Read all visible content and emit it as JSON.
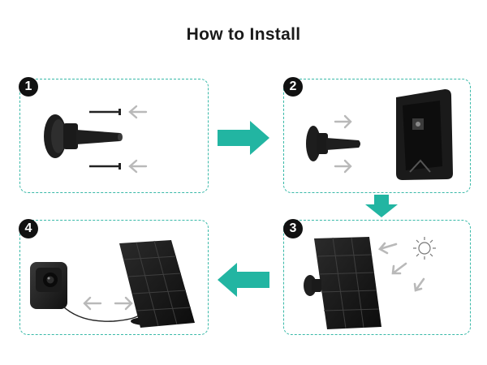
{
  "title": "How to Install",
  "colors": {
    "accent": "#22b5a2",
    "panel_border": "#39b9a8",
    "ink": "#111111",
    "hint_arrow": "#b9b9b9"
  },
  "steps": [
    {
      "number": "1"
    },
    {
      "number": "2"
    },
    {
      "number": "3"
    },
    {
      "number": "4"
    }
  ],
  "flow": [
    "right-arrow",
    "down-arrow",
    "left-arrow"
  ]
}
